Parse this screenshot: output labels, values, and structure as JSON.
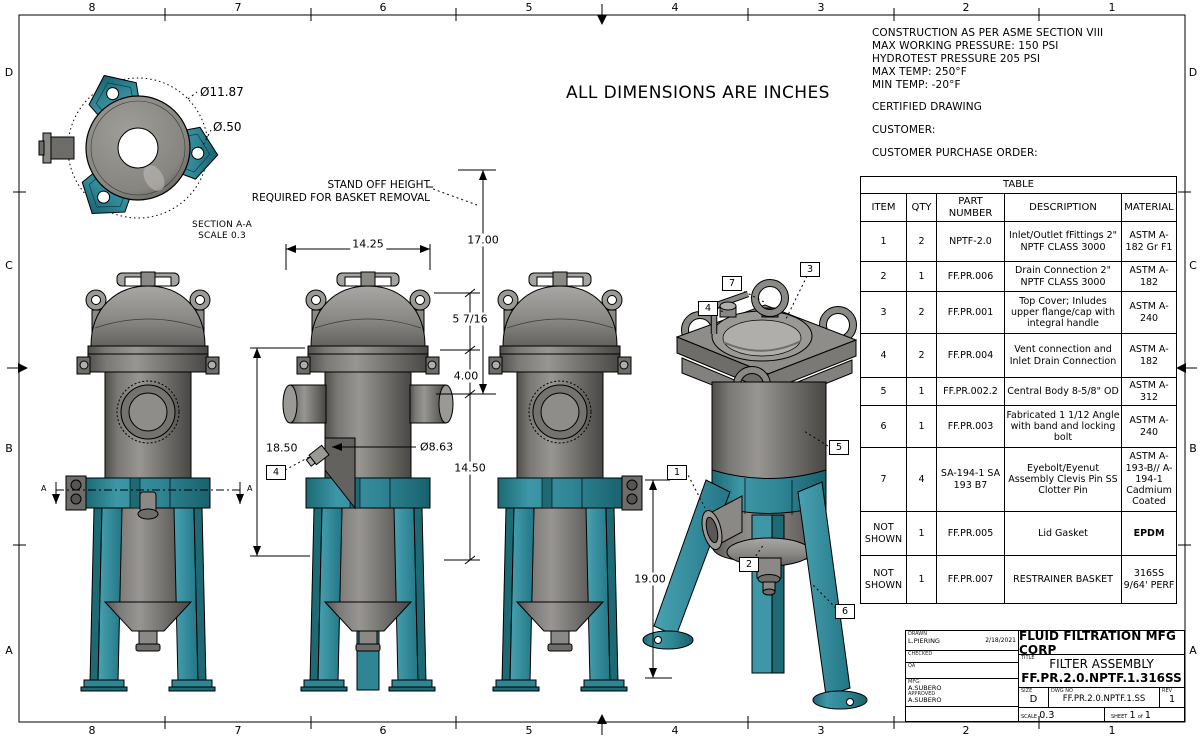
{
  "sheet": {
    "zones": [
      "8",
      "7",
      "6",
      "5",
      "4",
      "3",
      "2",
      "1"
    ],
    "rows": [
      "D",
      "C",
      "B",
      "A"
    ],
    "units_note": "ALL DIMENSIONS ARE INCHES",
    "section_letter": "A"
  },
  "notes": {
    "lines": [
      "CONSTRUCTION AS PER ASME SECTION VIII",
      "MAX WORKING PRESSURE: 150 PSI",
      "HYDROTEST PRESSURE 205 PSI",
      "MAX TEMP: 250°F",
      "MIN TEMP: -20°F"
    ],
    "certified": "CERTIFIED DRAWING",
    "customer": "CUSTOMER:",
    "customer_po": "CUSTOMER PURCHASE ORDER:"
  },
  "section_view": {
    "name": "SECTION A-A",
    "scale": "SCALE 0.3",
    "outer_dia": "Ø11.87",
    "hole_dia": "Ø.50"
  },
  "standoff": {
    "line1": "STAND OFF HEIGHT",
    "line2": "REQUIRED FOR BASKET REMOVAL"
  },
  "dims": {
    "w1425": "14.25",
    "h1700": "17.00",
    "h5716": "5 7/16",
    "h400": "4.00",
    "h1850": "18.50",
    "dia863": "Ø8.63",
    "h1450": "14.50",
    "h1900": "19.00"
  },
  "callouts": {
    "n1": "1",
    "n2": "2",
    "n3": "3",
    "n4": "4",
    "n5": "5",
    "n6": "6",
    "n7": "7"
  },
  "table": {
    "title": "TABLE",
    "headers": [
      "ITEM",
      "QTY",
      "PART NUMBER",
      "DESCRIPTION",
      "MATERIAL"
    ],
    "rows": [
      [
        "1",
        "2",
        "NPTF-2.0",
        "Inlet/Outlet fFittings 2\" NPTF CLASS 3000",
        "ASTM A-182 Gr F1"
      ],
      [
        "2",
        "1",
        "FF.PR.006",
        "Drain Connection 2\" NPTF CLASS 3000",
        "ASTM A-182"
      ],
      [
        "3",
        "2",
        "FF.PR.001",
        "Top Cover; Inludes upper flange/cap with integral handle",
        "ASTM A-240"
      ],
      [
        "4",
        "2",
        "FF.PR.004",
        "Vent connection and Inlet Drain Connection",
        "ASTM A-182"
      ],
      [
        "5",
        "1",
        "FF.PR.002.2",
        "Central Body 8-5/8\" OD",
        "ASTM A-312"
      ],
      [
        "6",
        "1",
        "FF.PR.003",
        "Fabricated 1 1/12 Angle with band and locking bolt",
        "ASTM A-240"
      ],
      [
        "7",
        "4",
        "SA-194-1 SA 193 B7",
        "Eyebolt/Eyenut Assembly Clevis Pin SS Clotter Pin",
        "ASTM A-193-B// A-194-1 Cadmium Coated"
      ],
      [
        "NOT SHOWN",
        "1",
        "FF.PR.005",
        "Lid Gasket",
        "EPDM"
      ],
      [
        "NOT SHOWN",
        "1",
        "FF.PR.007",
        "RESTRAINER BASKET",
        "316SS 9/64' PERF"
      ]
    ]
  },
  "title_block": {
    "company": "FLUID FILTRATION MFG CORP",
    "title_label": "TITLE",
    "title1": "FILTER ASSEMBLY",
    "title2": "FF.PR.2.0.NPTF.1.316SS",
    "drawn_label": "DRAWN",
    "drawn_by": "L.PIERING",
    "drawn_date": "2/18/2021",
    "checked_label": "CHECKED",
    "qa_label": "QA",
    "mfg_label": "MFG:",
    "mfg_by": "A.SUBERO",
    "approved_label": "APPROVED",
    "approved_by": "A.SUBERO",
    "size_label": "SIZE",
    "size": "D",
    "dwg_label": "DWG NO",
    "dwg_no": "FF.PR.2.0.NPTF.1.SS",
    "rev_label": "REV",
    "rev": "1",
    "scale_label": "SCALE",
    "scale": "0.3",
    "sheet_label": "SHEET",
    "sheet_num": "1",
    "of_label": "of",
    "sheet_total": "1"
  },
  "colors": {
    "teal": "#2f8594",
    "teal_light": "#49a2b1",
    "teal_dark": "#1d6974",
    "gray": "#8b8985",
    "gray_dark": "#514f4c",
    "line": "#000000"
  }
}
